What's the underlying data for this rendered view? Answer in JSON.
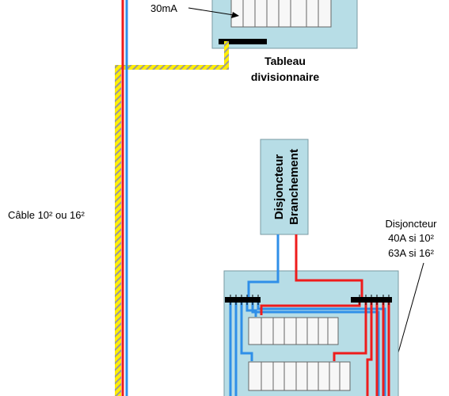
{
  "labels": {
    "rcd_30ma": "30mA",
    "sub_panel_line1": "Tableau",
    "sub_panel_line2": "divisionnaire",
    "cable": "Câble 10² ou 16²",
    "branch_breaker_line1": "Disjoncteur",
    "branch_breaker_line2": "Branchement",
    "breaker_note_line1": "Disjoncteur",
    "breaker_note_line2": "40A si 10²",
    "breaker_note_line3": "63A si 16²"
  },
  "colors": {
    "phase": "#ee1c1c",
    "neutral": "#2f8fe8",
    "earth_yellow": "#ffee00",
    "earth_green": "#9a9a9a",
    "panel_fill": "#b7dde6",
    "module_fill": "#f7f7f7",
    "busbar": "#000000"
  }
}
